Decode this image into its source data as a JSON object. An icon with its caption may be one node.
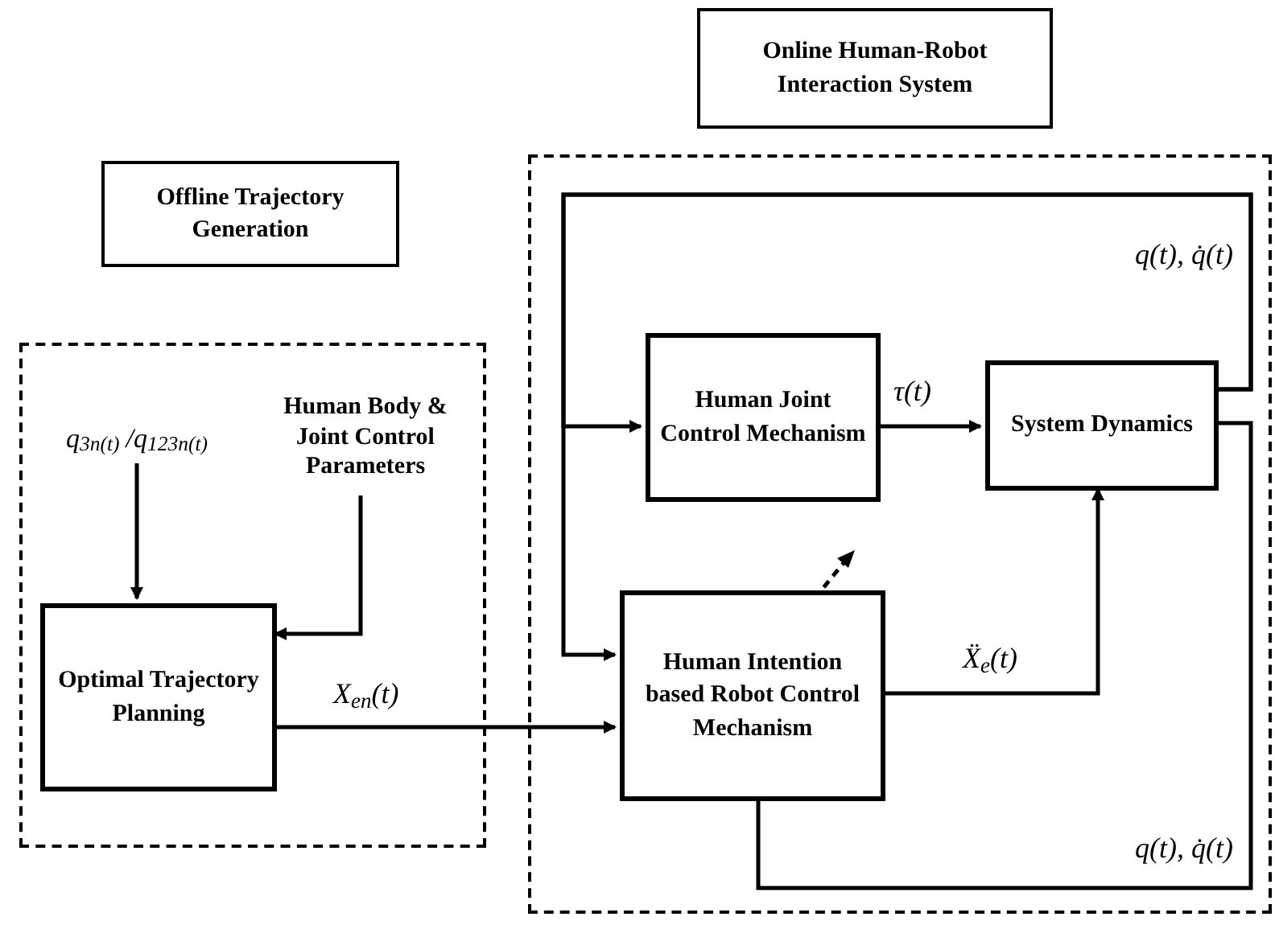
{
  "diagram": {
    "nodes": [
      {
        "text": [
          "Online Human-Robot Interaction System"
        ]
      },
      {
        "text": [],
        "shape": "box"
      },
      {
        "text": [
          "Offline Trajectory Generation"
        ]
      },
      {
        "text": [],
        "shape": "box"
      },
      {
        "text": [
          "q$_{3n(t)}$ /q$_{123n(t)}$"
        ],
        "in": 3
      },
      {
        "text": [
          "Human Body & Joint Control Parameters"
        ],
        "in": 3
      },
      {
        "text": [
          "Optimal Trajectory Planning"
        ],
        "in": 3
      },
      {
        "text": [
          "Human Joint Control Mechanism"
        ],
        "in": 1
      },
      {
        "text": [
          "System Dynamics"
        ],
        "in": 1
      },
      {
        "text": [
          "Human Intention based Robot Control Mechanism"
        ],
        "in": 1
      }
    ],
    "edges": [
      {
        "from": 4,
        "to": 6,
        "arrow": "to"
      },
      {
        "from": 5,
        "to": 6,
        "arrow": "to"
      },
      {
        "from": 6,
        "to": 9,
        "arrow": "to",
        "label": "X$_{en}$(t)"
      },
      {
        "from": 7,
        "to": 8,
        "arrow": "to",
        "label": "τ(t)"
      },
      {
        "from": 9,
        "to": 8,
        "arrow": "to",
        "label": "Ẍ$_{e}$(t)"
      },
      {
        "from": 8,
        "to": 7,
        "arrow": "to",
        "label": "q(t), q̇(t)"
      },
      {
        "from": 8,
        "to": 9,
        "arrow": "to"
      },
      {
        "from": 8,
        "to": 9,
        "arrow": "none",
        "label": "q(t), q̇(t)"
      }
    ]
  }
}
